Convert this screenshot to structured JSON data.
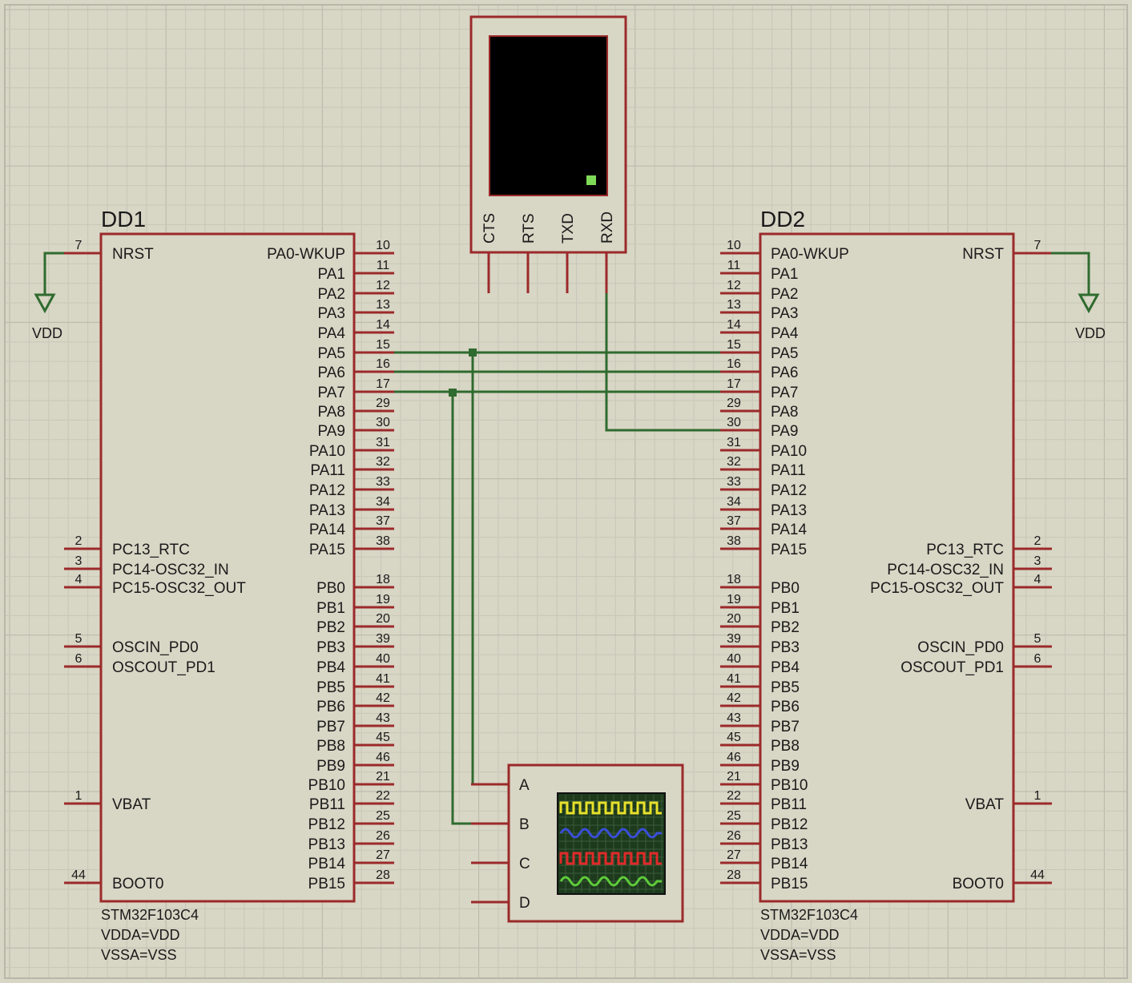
{
  "colors": {
    "background": "#d8d6c5",
    "grid_minor": "#c9c7b8",
    "grid_major": "#b9b7a9",
    "component_body": "#d8d6c5",
    "component_border": "#9b2a2a",
    "pin": "#9b2a2a",
    "wire": "#2f6b2f",
    "text": "#1a1a1a",
    "trace_a": "#e8e02a",
    "trace_b": "#3a4fd8",
    "trace_c": "#e02a2a",
    "trace_d": "#5ecb3a"
  },
  "chips": [
    {
      "ref": "DD1",
      "part": "STM32F103C4",
      "props": [
        "VDDA=VDD",
        "VSSA=VSS"
      ],
      "left_pins": [
        {
          "name": "NRST",
          "num": "7"
        },
        {
          "name": "PC13_RTC",
          "num": "2"
        },
        {
          "name": "PC14-OSC32_IN",
          "num": "3"
        },
        {
          "name": "PC15-OSC32_OUT",
          "num": "4"
        },
        {
          "name": "OSCIN_PD0",
          "num": "5"
        },
        {
          "name": "OSCOUT_PD1",
          "num": "6"
        },
        {
          "name": "VBAT",
          "num": "1"
        },
        {
          "name": "BOOT0",
          "num": "44"
        }
      ],
      "right_pins": [
        {
          "name": "PA0-WKUP",
          "num": "10"
        },
        {
          "name": "PA1",
          "num": "11"
        },
        {
          "name": "PA2",
          "num": "12"
        },
        {
          "name": "PA3",
          "num": "13"
        },
        {
          "name": "PA4",
          "num": "14"
        },
        {
          "name": "PA5",
          "num": "15"
        },
        {
          "name": "PA6",
          "num": "16"
        },
        {
          "name": "PA7",
          "num": "17"
        },
        {
          "name": "PA8",
          "num": "29"
        },
        {
          "name": "PA9",
          "num": "30"
        },
        {
          "name": "PA10",
          "num": "31"
        },
        {
          "name": "PA11",
          "num": "32"
        },
        {
          "name": "PA12",
          "num": "33"
        },
        {
          "name": "PA13",
          "num": "34"
        },
        {
          "name": "PA14",
          "num": "37"
        },
        {
          "name": "PA15",
          "num": "38"
        },
        {
          "name": "PB0",
          "num": "18"
        },
        {
          "name": "PB1",
          "num": "19"
        },
        {
          "name": "PB2",
          "num": "20"
        },
        {
          "name": "PB3",
          "num": "39"
        },
        {
          "name": "PB4",
          "num": "40"
        },
        {
          "name": "PB5",
          "num": "41"
        },
        {
          "name": "PB6",
          "num": "42"
        },
        {
          "name": "PB7",
          "num": "43"
        },
        {
          "name": "PB8",
          "num": "45"
        },
        {
          "name": "PB9",
          "num": "46"
        },
        {
          "name": "PB10",
          "num": "21"
        },
        {
          "name": "PB11",
          "num": "22"
        },
        {
          "name": "PB12",
          "num": "25"
        },
        {
          "name": "PB13",
          "num": "26"
        },
        {
          "name": "PB14",
          "num": "27"
        },
        {
          "name": "PB15",
          "num": "28"
        }
      ],
      "power_label": "VDD"
    },
    {
      "ref": "DD2",
      "part": "STM32F103C4",
      "props": [
        "VDDA=VDD",
        "VSSA=VSS"
      ],
      "left_pins": [
        {
          "name": "PA0-WKUP",
          "num": "10"
        },
        {
          "name": "PA1",
          "num": "11"
        },
        {
          "name": "PA2",
          "num": "12"
        },
        {
          "name": "PA3",
          "num": "13"
        },
        {
          "name": "PA4",
          "num": "14"
        },
        {
          "name": "PA5",
          "num": "15"
        },
        {
          "name": "PA6",
          "num": "16"
        },
        {
          "name": "PA7",
          "num": "17"
        },
        {
          "name": "PA8",
          "num": "29"
        },
        {
          "name": "PA9",
          "num": "30"
        },
        {
          "name": "PA10",
          "num": "31"
        },
        {
          "name": "PA11",
          "num": "32"
        },
        {
          "name": "PA12",
          "num": "33"
        },
        {
          "name": "PA13",
          "num": "34"
        },
        {
          "name": "PA14",
          "num": "37"
        },
        {
          "name": "PA15",
          "num": "38"
        },
        {
          "name": "PB0",
          "num": "18"
        },
        {
          "name": "PB1",
          "num": "19"
        },
        {
          "name": "PB2",
          "num": "20"
        },
        {
          "name": "PB3",
          "num": "39"
        },
        {
          "name": "PB4",
          "num": "40"
        },
        {
          "name": "PB5",
          "num": "41"
        },
        {
          "name": "PB6",
          "num": "42"
        },
        {
          "name": "PB7",
          "num": "43"
        },
        {
          "name": "PB8",
          "num": "45"
        },
        {
          "name": "PB9",
          "num": "46"
        },
        {
          "name": "PB10",
          "num": "21"
        },
        {
          "name": "PB11",
          "num": "22"
        },
        {
          "name": "PB12",
          "num": "25"
        },
        {
          "name": "PB13",
          "num": "26"
        },
        {
          "name": "PB14",
          "num": "27"
        },
        {
          "name": "PB15",
          "num": "28"
        }
      ],
      "right_pins": [
        {
          "name": "NRST",
          "num": "7"
        },
        {
          "name": "PC13_RTC",
          "num": "2"
        },
        {
          "name": "PC14-OSC32_IN",
          "num": "3"
        },
        {
          "name": "PC15-OSC32_OUT",
          "num": "4"
        },
        {
          "name": "OSCIN_PD0",
          "num": "5"
        },
        {
          "name": "OSCOUT_PD1",
          "num": "6"
        },
        {
          "name": "VBAT",
          "num": "1"
        },
        {
          "name": "BOOT0",
          "num": "44"
        }
      ],
      "power_label": "VDD"
    }
  ],
  "terminal": {
    "pins": [
      "CTS",
      "RTS",
      "TXD",
      "RXD"
    ],
    "screen_color": "#000000",
    "led_color": "#7ed957"
  },
  "oscilloscope": {
    "channels": [
      "A",
      "B",
      "C",
      "D"
    ]
  }
}
